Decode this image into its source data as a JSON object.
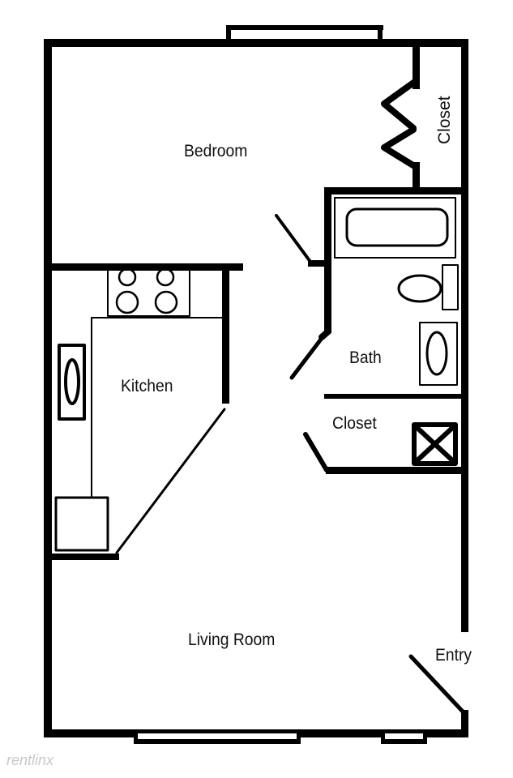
{
  "floorplan": {
    "rooms": {
      "bedroom": "Bedroom",
      "bedroom_closet": "Closet",
      "bath": "Bath",
      "hall_closet": "Closet",
      "kitchen": "Kitchen",
      "living_room": "Living Room",
      "entry": "Entry"
    },
    "watermark": "rentlinx",
    "colors": {
      "wall": "#000000",
      "background": "#ffffff",
      "watermark": "#c8c8c8"
    }
  }
}
